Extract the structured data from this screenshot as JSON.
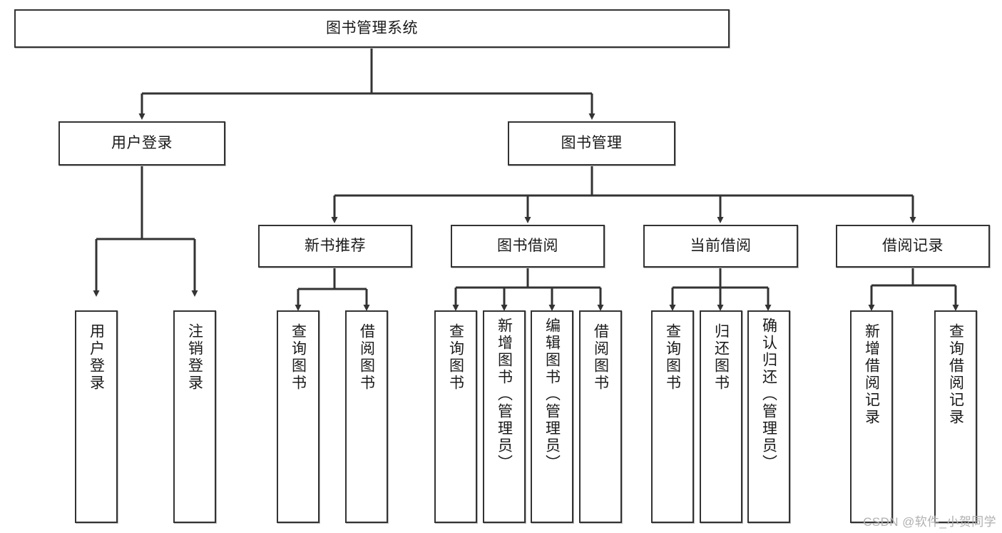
{
  "diagram": {
    "type": "hierarchy-tree",
    "title": "图书管理系统",
    "orientation": "top-down",
    "colors": {
      "box_border": "#333333",
      "box_fill": "#ffffff",
      "edge": "#333333",
      "text": "#1a1a1a",
      "watermark": "#b0b0b0"
    },
    "levels": {
      "root": "图书管理系统",
      "level2": [
        "用户登录",
        "图书管理"
      ],
      "level3": [
        "新书推荐",
        "图书借阅",
        "当前借阅",
        "借阅记录"
      ]
    },
    "nodes": {
      "root": {
        "label": "图书管理系统"
      },
      "user_login": {
        "label": "用户登录"
      },
      "book_manage": {
        "label": "图书管理"
      },
      "new_book_rec": {
        "label": "新书推荐"
      },
      "book_borrow": {
        "label": "图书借阅"
      },
      "current_borrow": {
        "label": "当前借阅"
      },
      "borrow_record": {
        "label": "借阅记录"
      },
      "leaf_user_login": {
        "label": "用户登录"
      },
      "leaf_user_logout": {
        "label": "注销登录"
      },
      "leaf_rec_query": {
        "label": "查询图书"
      },
      "leaf_rec_borrow": {
        "label": "借阅图书"
      },
      "leaf_borrow_query": {
        "label": "查询图书"
      },
      "leaf_borrow_add": {
        "label": "新增图书（管理员）"
      },
      "leaf_borrow_edit": {
        "label": "编辑图书（管理员）"
      },
      "leaf_borrow_do": {
        "label": "借阅图书"
      },
      "leaf_cur_query": {
        "label": "查询图书"
      },
      "leaf_cur_return": {
        "label": "归还图书"
      },
      "leaf_cur_confirm": {
        "label": "确认归还（管理员）"
      },
      "leaf_rec_add": {
        "label": "新增借阅记录"
      },
      "leaf_rec_search": {
        "label": "查询借阅记录"
      }
    }
  },
  "watermark": {
    "text": "CSDN @软件_小贺同学"
  }
}
